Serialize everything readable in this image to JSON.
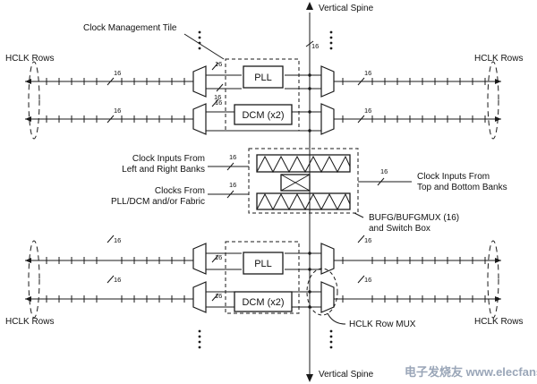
{
  "labels": {
    "vertical_spine_top": "Vertical Spine",
    "vertical_spine_bottom": "Vertical Spine",
    "clock_management_tile": "Clock Management Tile",
    "hclk_rows_top_left": "HCLK Rows",
    "hclk_rows_top_right": "HCLK Rows",
    "hclk_rows_bottom_left": "HCLK Rows",
    "hclk_rows_bottom_right": "HCLK Rows",
    "clock_inputs_lr_line1": "Clock Inputs From",
    "clock_inputs_lr_line2": "Left and Right Banks",
    "clocks_from_line1": "Clocks From",
    "clocks_from_line2": "PLL/DCM and/or Fabric",
    "clock_inputs_tb_line1": "Clock Inputs From",
    "clock_inputs_tb_line2": "Top and Bottom Banks",
    "bufg_line1": "BUFG/BUFGMUX (16)",
    "bufg_line2": "and Switch Box",
    "hclk_row_mux": "HCLK Row MUX"
  },
  "blocks": {
    "pll_top": "PLL",
    "dcm_top": "DCM (x2)",
    "pll_bottom": "PLL",
    "dcm_bottom": "DCM (x2)"
  },
  "bus_width": "16",
  "watermark": "电子发烧友 www.elecfans.com"
}
